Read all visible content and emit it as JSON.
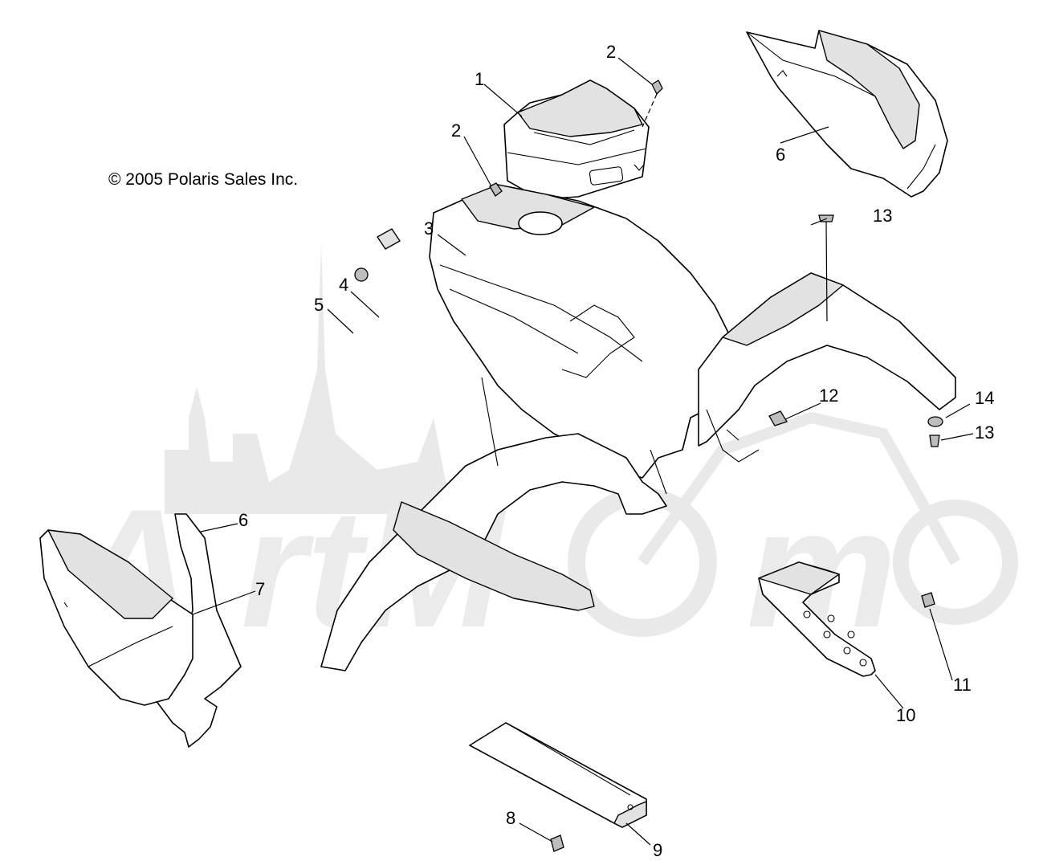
{
  "copyright": "© 2005 Polaris Sales Inc.",
  "callouts": {
    "c1": "1",
    "c2a": "2",
    "c2b": "2",
    "c3": "3",
    "c4": "4",
    "c5": "5",
    "c6a": "6",
    "c6b": "6",
    "c7": "7",
    "c8": "8",
    "c9": "9",
    "c10": "10",
    "c11": "11",
    "c12": "12",
    "c13a": "13",
    "c13b": "13",
    "c14": "14"
  },
  "watermark": {
    "text": "ARTMOTO",
    "color": "#e9e9e9"
  }
}
